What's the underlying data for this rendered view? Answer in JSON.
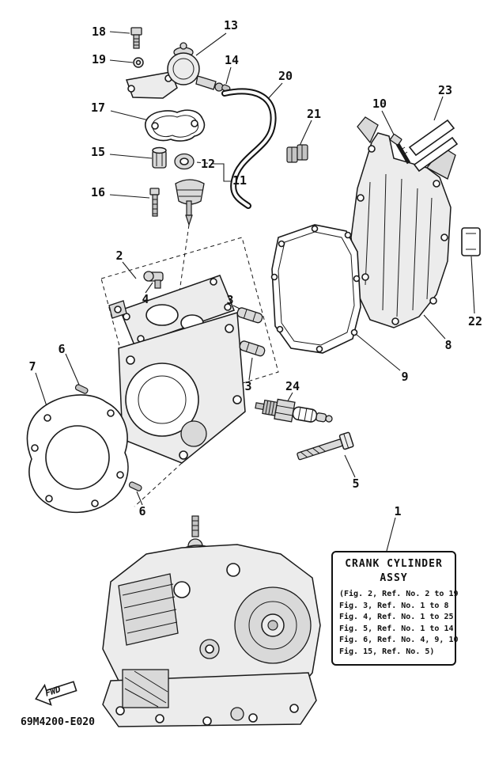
{
  "page": {
    "background": "#ffffff",
    "line_color": "#1a1a1a"
  },
  "footer": {
    "code": "69M4200-E020"
  },
  "fwd": {
    "label": "FWD"
  },
  "assembly_box": {
    "title": "CRANK CYLINDER",
    "subtitle": "ASSY",
    "lines": [
      "(Fig. 2, Ref. No. 2 to 19",
      "Fig. 3, Ref. No. 1 to 8",
      "Fig. 4, Ref. No. 1 to 25",
      "Fig. 5, Ref. No. 1 to 14",
      "Fig. 6, Ref. No. 4, 9, 10",
      "Fig. 15, Ref. No. 5)"
    ]
  },
  "callouts": [
    {
      "label": "18"
    },
    {
      "label": "19"
    },
    {
      "label": "13"
    },
    {
      "label": "14"
    },
    {
      "label": "17"
    },
    {
      "label": "15"
    },
    {
      "label": "12"
    },
    {
      "label": "11"
    },
    {
      "label": "16"
    },
    {
      "label": "20"
    },
    {
      "label": "21"
    },
    {
      "label": "10"
    },
    {
      "label": "23"
    },
    {
      "label": "22"
    },
    {
      "label": "8"
    },
    {
      "label": "9"
    },
    {
      "label": "2"
    },
    {
      "label": "4"
    },
    {
      "label": "3"
    },
    {
      "label": "3"
    },
    {
      "label": "6"
    },
    {
      "label": "7"
    },
    {
      "label": "6"
    },
    {
      "label": "24"
    },
    {
      "label": "5"
    },
    {
      "label": "1"
    }
  ]
}
